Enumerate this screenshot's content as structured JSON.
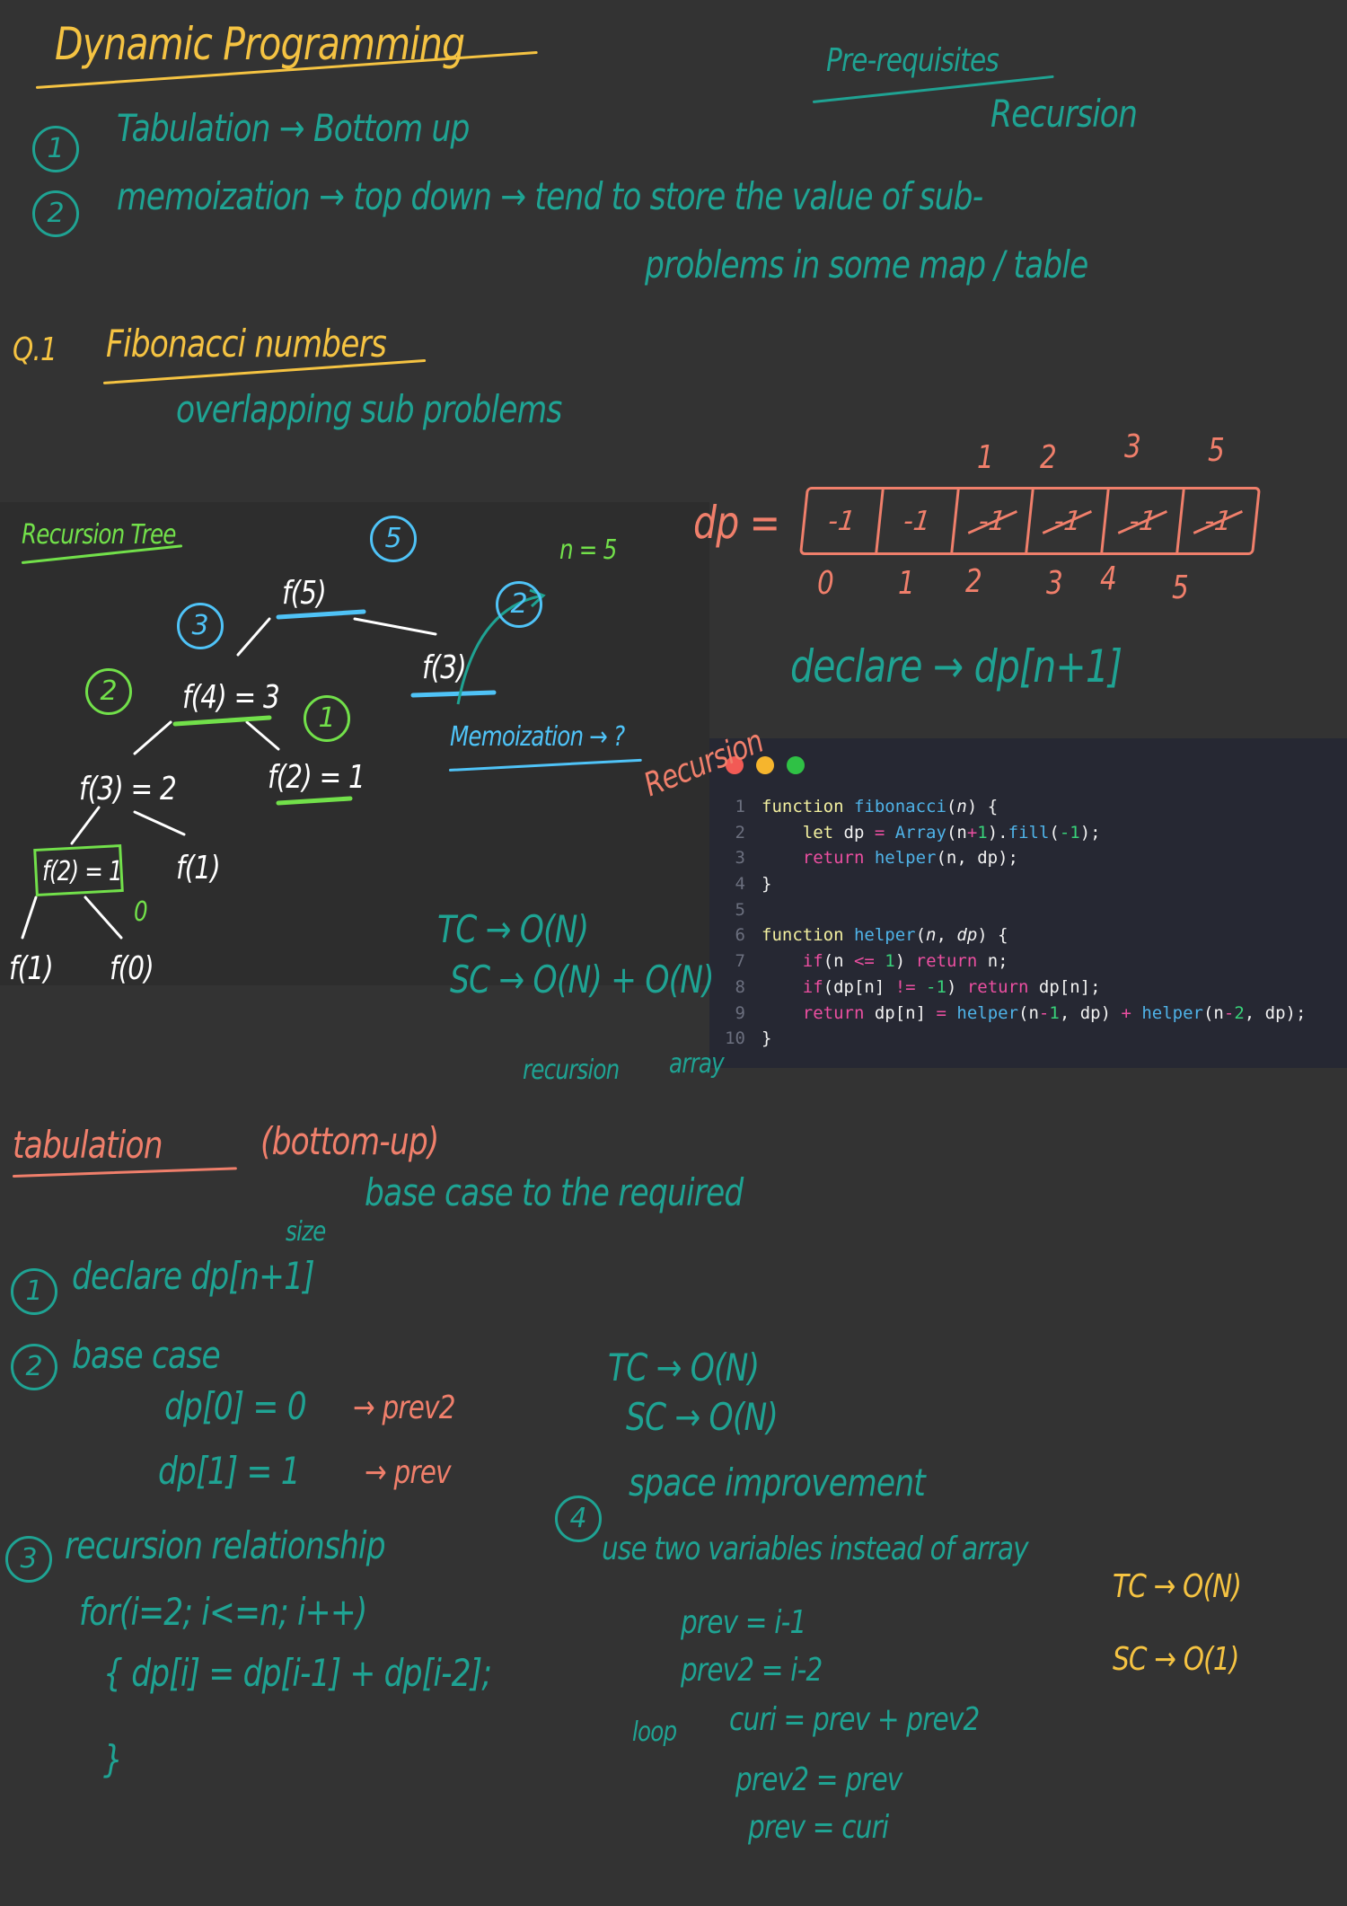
{
  "colors": {
    "background": "#333333",
    "yellow": "#f5c342",
    "teal": "#1fa393",
    "salmon": "#f07f6b",
    "green": "#72e04a",
    "blue": "#4fc3f7",
    "code_background": "#262833"
  },
  "header": {
    "title": "Dynamic Programming",
    "prereq_label": "Pre-requisites",
    "prereq_value": "Recursion"
  },
  "intro": {
    "item1_num": "1",
    "item1": "Tabulation  →  Bottom up",
    "item2_num": "2",
    "item2": "memoization → top down → tend to store the value of sub-",
    "item2_cont": "problems in some map / table"
  },
  "question": {
    "label": "Q.1",
    "title": "Fibonacci numbers",
    "subtitle": "overlapping sub problems"
  },
  "tree": {
    "title": "Recursion Tree",
    "n": "n = 5",
    "nodes": [
      "f(5)",
      "f(4) = 3",
      "f(3)",
      "f(3) = 2",
      "f(2) = 1",
      "f(2) = 1",
      "f(1)",
      "f(1)",
      "f(0)"
    ],
    "circled": [
      "5",
      "3",
      "2",
      "2",
      "1"
    ],
    "zero": "0",
    "memo": "Memoization → ?"
  },
  "dp": {
    "label": "dp =",
    "cells": [
      "-1",
      "-1",
      "-1",
      "-1",
      "-1",
      "-1"
    ],
    "crossed": [
      false,
      false,
      true,
      true,
      true,
      true
    ],
    "values_above": [
      "1",
      "2",
      "3",
      "5"
    ],
    "indices": [
      "0",
      "1",
      "2",
      "3",
      "4",
      "5"
    ],
    "declare": "declare → dp[n+1]"
  },
  "code_window": {
    "annotation": "Recursion",
    "lines": [
      [
        [
          "function ",
          "k-fn"
        ],
        [
          "fibonacci",
          "k-id"
        ],
        [
          "(",
          "k-p"
        ],
        [
          "n",
          "k-it"
        ],
        [
          ") {",
          "k-p"
        ]
      ],
      [
        [
          "    let ",
          "k-fn"
        ],
        [
          "dp ",
          "k-p"
        ],
        [
          "= ",
          "k-op"
        ],
        [
          "Array",
          "k-id"
        ],
        [
          "(n",
          "k-p"
        ],
        [
          "+",
          "k-op"
        ],
        [
          "1",
          "k-num"
        ],
        [
          ").",
          "k-p"
        ],
        [
          "fill",
          "k-id"
        ],
        [
          "(",
          "k-p"
        ],
        [
          "-1",
          "k-num"
        ],
        [
          ");",
          "k-p"
        ]
      ],
      [
        [
          "    return ",
          "k-kw"
        ],
        [
          "helper",
          "k-id"
        ],
        [
          "(n, dp);",
          "k-p"
        ]
      ],
      [
        [
          "}",
          "k-p"
        ]
      ],
      [],
      [
        [
          "function ",
          "k-fn"
        ],
        [
          "helper",
          "k-id"
        ],
        [
          "(",
          "k-p"
        ],
        [
          "n",
          "k-it"
        ],
        [
          ", ",
          "k-p"
        ],
        [
          "dp",
          "k-it"
        ],
        [
          ") {",
          "k-p"
        ]
      ],
      [
        [
          "    if",
          "k-kw"
        ],
        [
          "(n ",
          "k-p"
        ],
        [
          "<= ",
          "k-op"
        ],
        [
          "1",
          "k-num"
        ],
        [
          ") ",
          "k-p"
        ],
        [
          "return ",
          "k-kw"
        ],
        [
          "n;",
          "k-p"
        ]
      ],
      [
        [
          "    if",
          "k-kw"
        ],
        [
          "(dp[n] ",
          "k-p"
        ],
        [
          "!= ",
          "k-op"
        ],
        [
          "-1",
          "k-num"
        ],
        [
          ") ",
          "k-p"
        ],
        [
          "return ",
          "k-kw"
        ],
        [
          "dp[n];",
          "k-p"
        ]
      ],
      [
        [
          "    return ",
          "k-kw"
        ],
        [
          "dp[n] ",
          "k-p"
        ],
        [
          "= ",
          "k-op"
        ],
        [
          "helper",
          "k-id"
        ],
        [
          "(n",
          "k-p"
        ],
        [
          "-",
          "k-op"
        ],
        [
          "1",
          "k-num"
        ],
        [
          ", dp) ",
          "k-p"
        ],
        [
          "+ ",
          "k-op"
        ],
        [
          "helper",
          "k-id"
        ],
        [
          "(n",
          "k-p"
        ],
        [
          "-",
          "k-op"
        ],
        [
          "2",
          "k-num"
        ],
        [
          ", dp);",
          "k-p"
        ]
      ],
      [
        [
          "}",
          "k-p"
        ]
      ]
    ]
  },
  "memo_complexity": {
    "tc": "TC → O(N)",
    "sc": "SC → O(N) + O(N)",
    "note1": "recursion",
    "note2": "array"
  },
  "tabulation": {
    "title": "tabulation",
    "title_paren": "(bottom-up)",
    "subtitle": "base case to the required",
    "size_note": "size",
    "step1_num": "1",
    "step1": "declare dp[n+1]",
    "step2_num": "2",
    "step2": "base case",
    "base0": "dp[0] = 0",
    "base0_note": "→ prev2",
    "base1": "dp[1] = 1",
    "base1_note": "→ prev",
    "step3_num": "3",
    "step3": "recursion relationship",
    "loop": "for(i=2; i<=n; i++)",
    "body": "{ dp[i] = dp[i-1] + dp[i-2];",
    "close": "}",
    "tc": "TC → O(N)",
    "sc": "SC → O(N)"
  },
  "space": {
    "step4_num": "4",
    "step4": "space improvement",
    "desc": "use two variables instead of array",
    "prev": "prev = i-1",
    "prev2": "prev2 = i-2",
    "loop_label": "loop",
    "curi": "curi = prev + prev2",
    "upd_prev2": "prev2 = prev",
    "upd_prev": "prev = curi",
    "tc": "TC → O(N)",
    "sc": "SC → O(1)"
  }
}
